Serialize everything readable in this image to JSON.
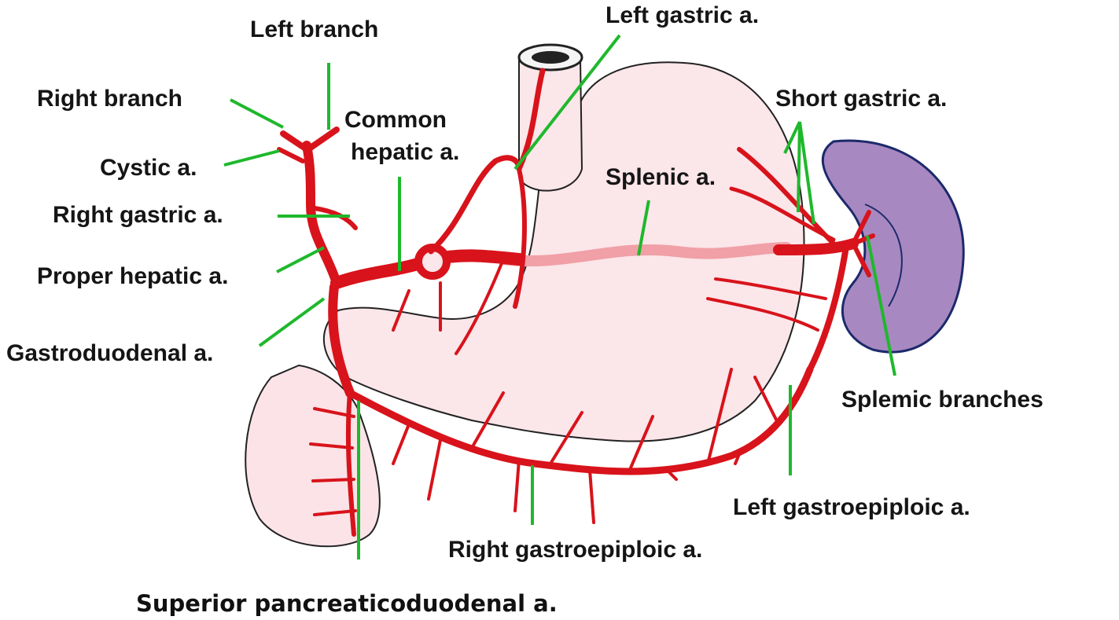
{
  "labels": {
    "left_branch": "Left branch",
    "right_branch": "Right branch",
    "cystic": "Cystic a.",
    "right_gastric": "Right gastric a.",
    "proper_hepatic": "Proper hepatic a.",
    "gastroduodenal": "Gastroduodenal a.",
    "common_hepatic_line1": "Common",
    "common_hepatic_line2": "hepatic a.",
    "left_gastric": "Left gastric a.",
    "splenic": "Splenic a.",
    "short_gastric": "Short gastric a.",
    "splenic_branches": "Splemic branches",
    "left_gastroepiploic": "Left gastroepiploic a.",
    "right_gastroepiploic": "Right gastroepiploic a.",
    "superior_pancreaticoduodenal": "Superior pancreaticoduodenal a."
  },
  "colors": {
    "artery": "#d8131b",
    "stomach_fill": "#fbe6ea",
    "spleen_fill": "#a888c0",
    "leader_line": "#1fb82c"
  }
}
